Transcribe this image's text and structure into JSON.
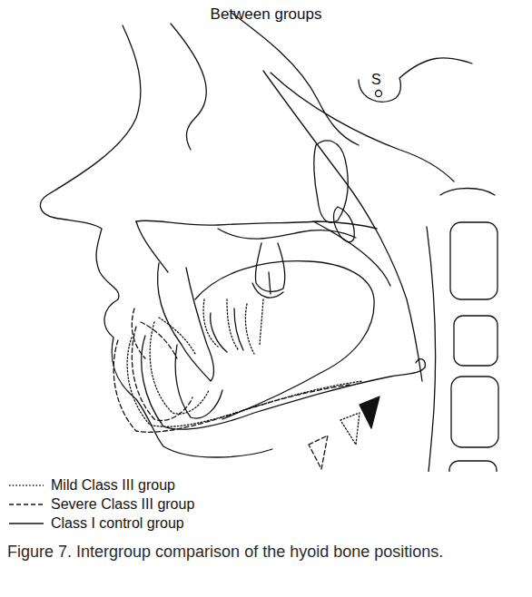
{
  "diagram": {
    "title": "Between groups",
    "caption": "Figure 7. Intergroup comparison of the hyoid bone positions.",
    "labels": [
      "S"
    ],
    "legend": [
      {
        "text": "Mild Class III group"
      },
      {
        "text": "Severe Class III group"
      },
      {
        "text": "Class I control group"
      }
    ]
  }
}
